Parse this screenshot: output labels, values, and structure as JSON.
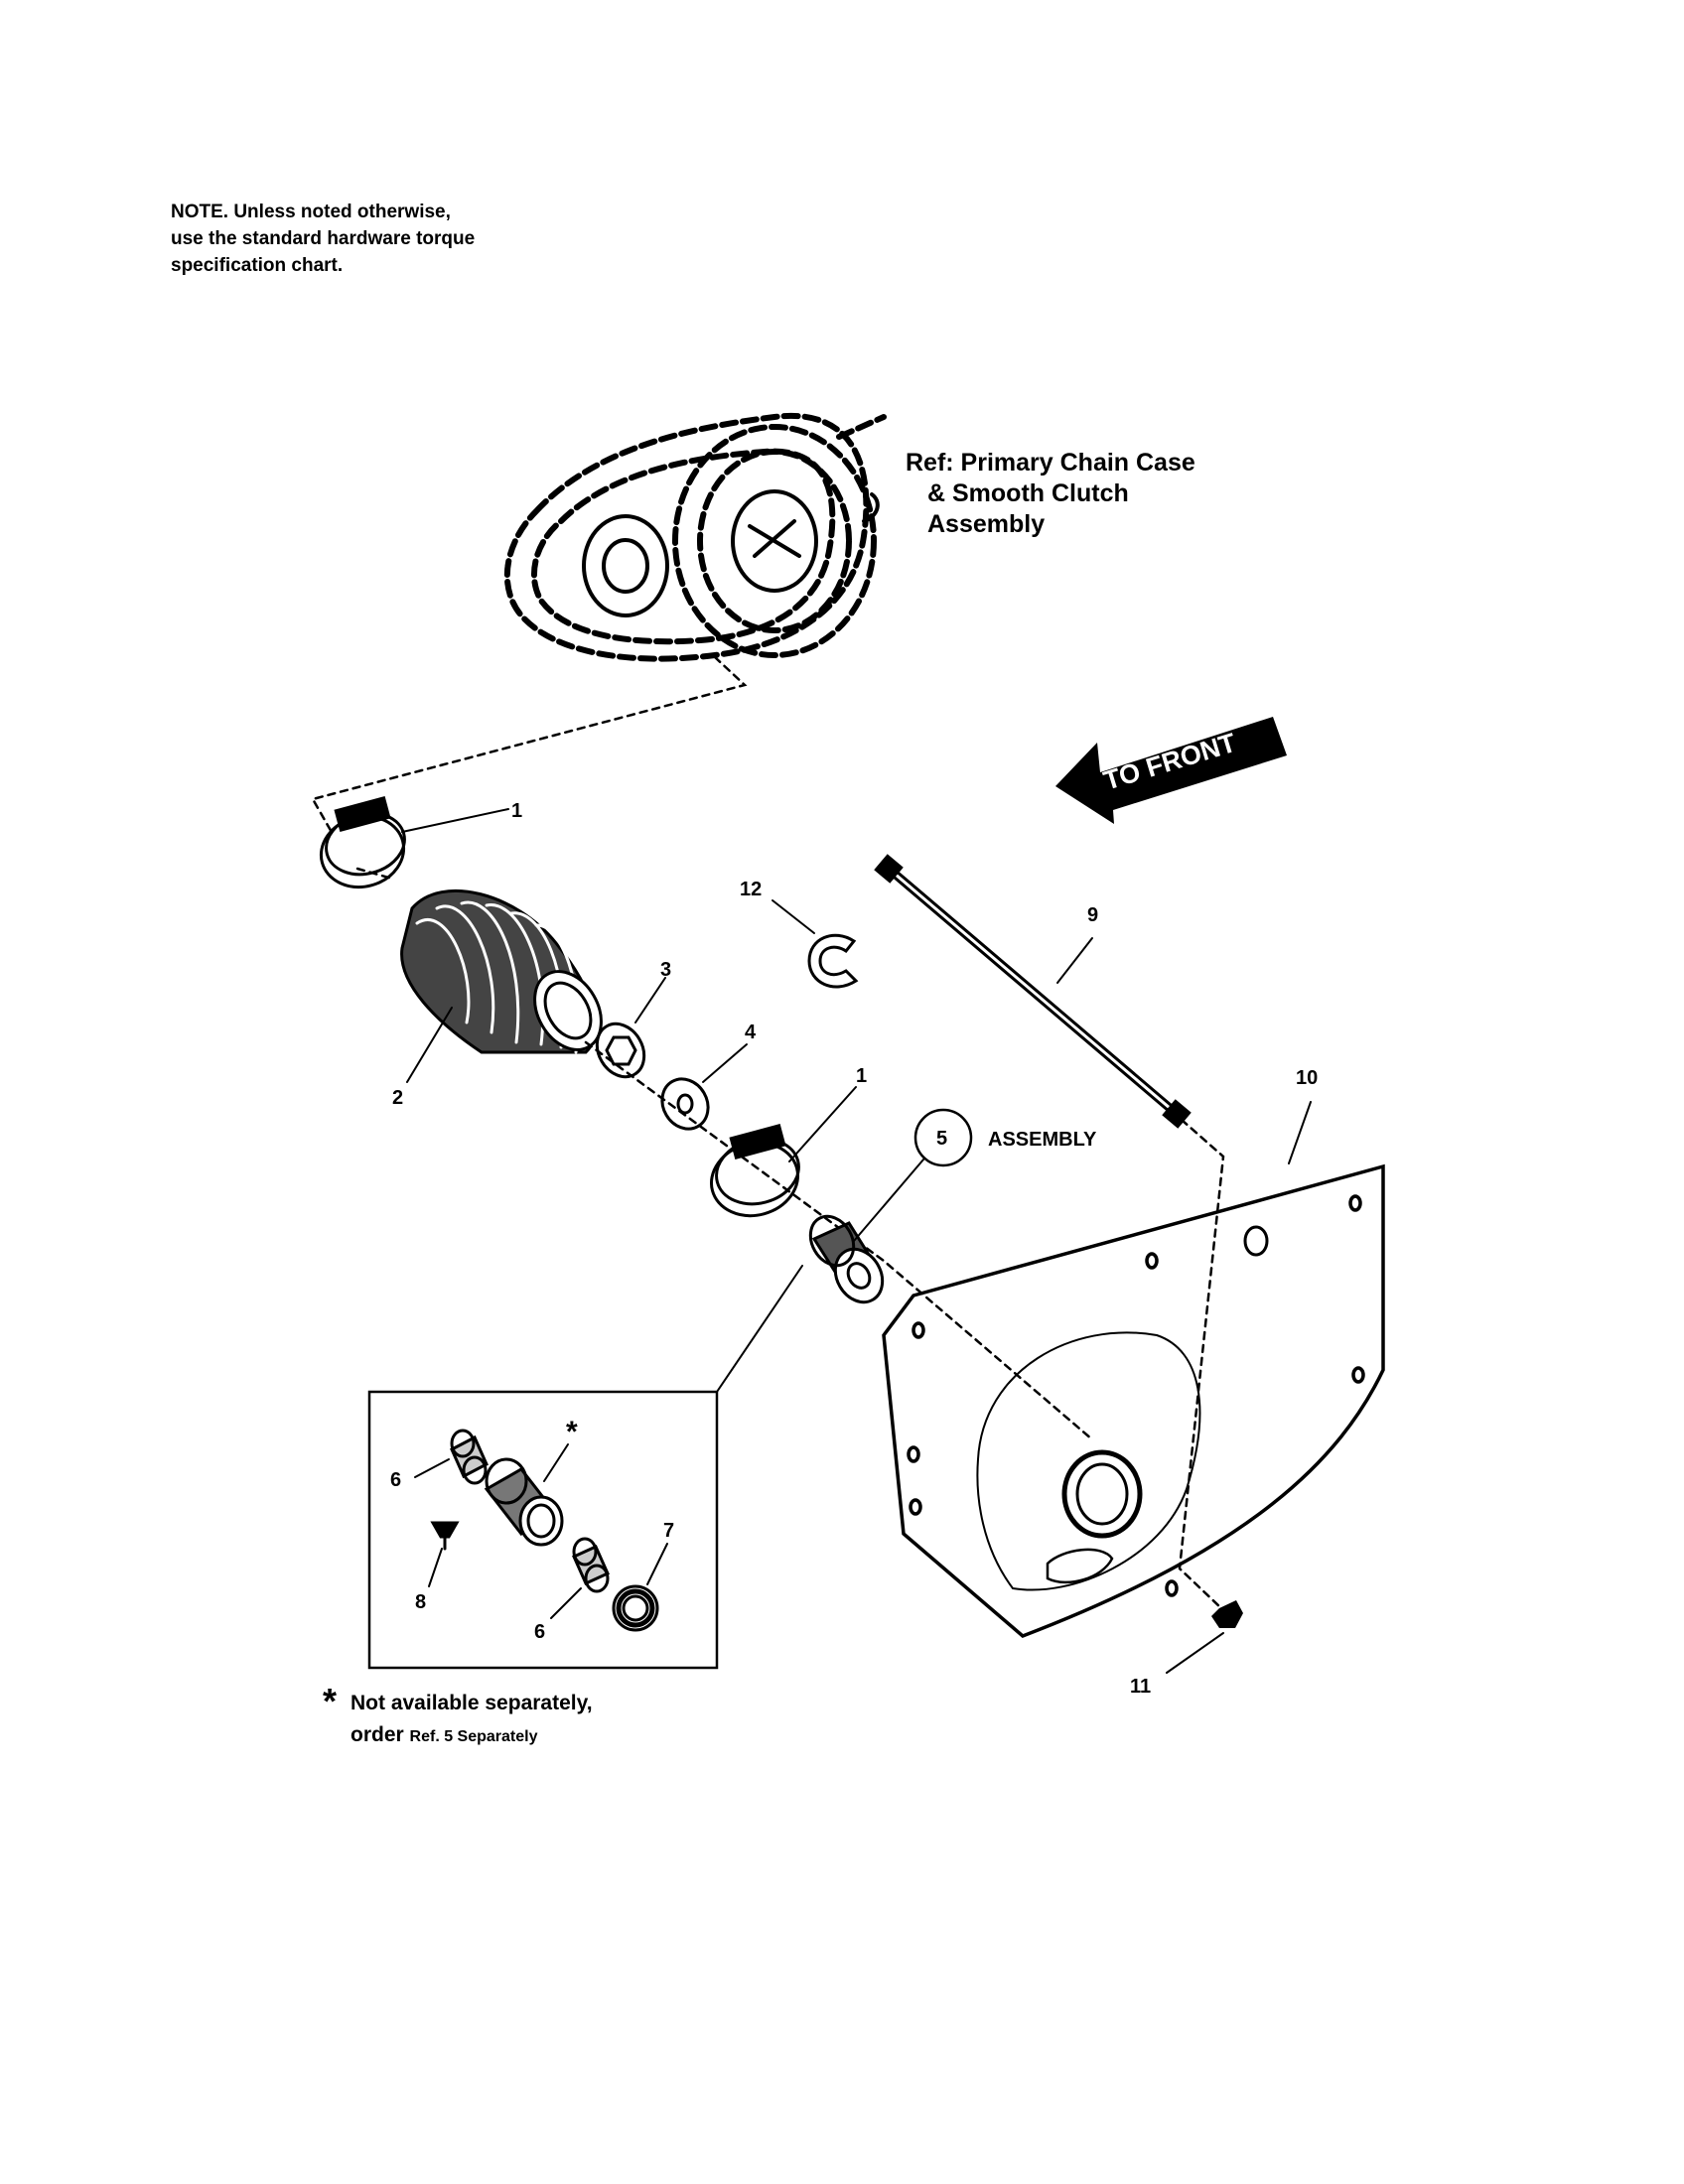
{
  "note": {
    "line1": "NOTE. Unless noted otherwise,",
    "line2": "use the standard hardware torque",
    "line3": "specification chart."
  },
  "reference": {
    "line1": "Ref: Primary Chain Case",
    "line2": "& Smooth Clutch",
    "line3": "Assembly"
  },
  "direction_arrow": {
    "label": "TO FRONT"
  },
  "callouts": {
    "c1_top": "1",
    "c2": "2",
    "c3": "3",
    "c4": "4",
    "c1_mid": "1",
    "c5": "5",
    "c5_suffix": "ASSEMBLY",
    "c6_top": "6",
    "c6_bottom": "6",
    "c7": "7",
    "c8": "8",
    "c9": "9",
    "c10": "10",
    "c11": "11",
    "c12": "12",
    "star": "*"
  },
  "footnote": {
    "star": "*",
    "line1": "Not available separately,",
    "line2_a": "order",
    "line2_b": "Ref. 5 Separately"
  }
}
